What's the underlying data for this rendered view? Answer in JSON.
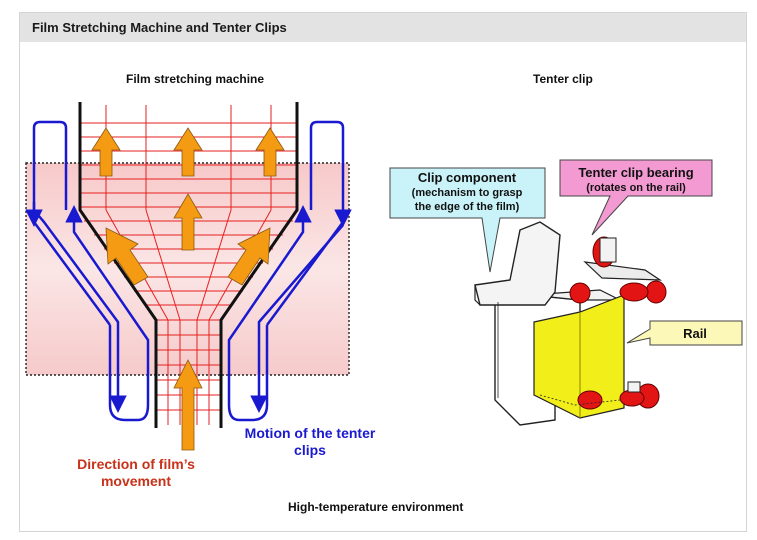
{
  "header": {
    "title": "Film Stretching Machine and Tenter Clips"
  },
  "left": {
    "title": "Film stretching machine",
    "film_direction": [
      "Direction of film’s",
      "movement"
    ],
    "clip_motion": [
      "Motion of the tenter",
      "clips"
    ],
    "environment": "High-temperature environment"
  },
  "right": {
    "title": "Tenter clip",
    "clip_component": [
      "Clip component",
      "(mechanism to grasp",
      "the edge of the film)"
    ],
    "bearing": [
      "Tenter clip bearing",
      "(rotates on  the rail)"
    ],
    "rail": "Rail"
  },
  "colors": {
    "film_arrow": "#f59a13",
    "clip_motion": "#1919d0",
    "film_text": "#c8321a",
    "heat_zone": "#f6cfcf",
    "grid": "#e62020",
    "callout_blue": "#c9f3f8",
    "callout_pink": "#f49ad2",
    "callout_yellow": "#fbf8b8",
    "rail": "#f2ee19",
    "bearing": "#e31414"
  }
}
